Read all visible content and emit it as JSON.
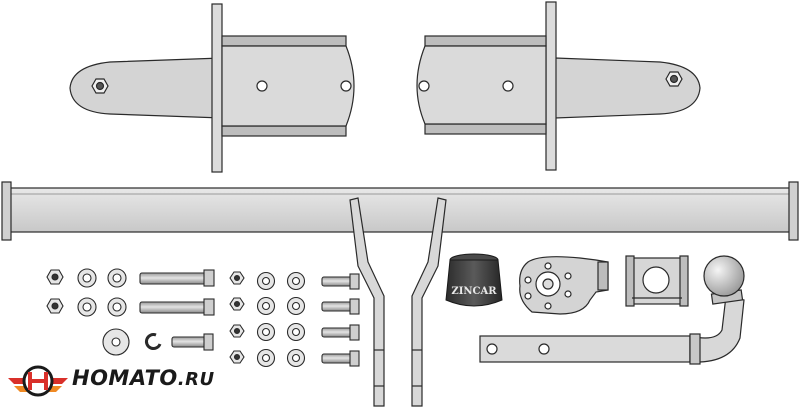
{
  "brand": {
    "name": "HOMATO",
    "suffix": ".RU",
    "colors": {
      "red": "#d9302a",
      "orange": "#f08a24",
      "dark": "#1a1a1a"
    }
  },
  "parts": {
    "cap_label": "ZINCAR"
  },
  "palette": {
    "metal_fill": "#d2d2d2",
    "metal_light": "#e6e6e6",
    "metal_shade": "#a8a8a8",
    "outline": "#2a2a2a",
    "cap_fill": "#3a3a3a"
  }
}
